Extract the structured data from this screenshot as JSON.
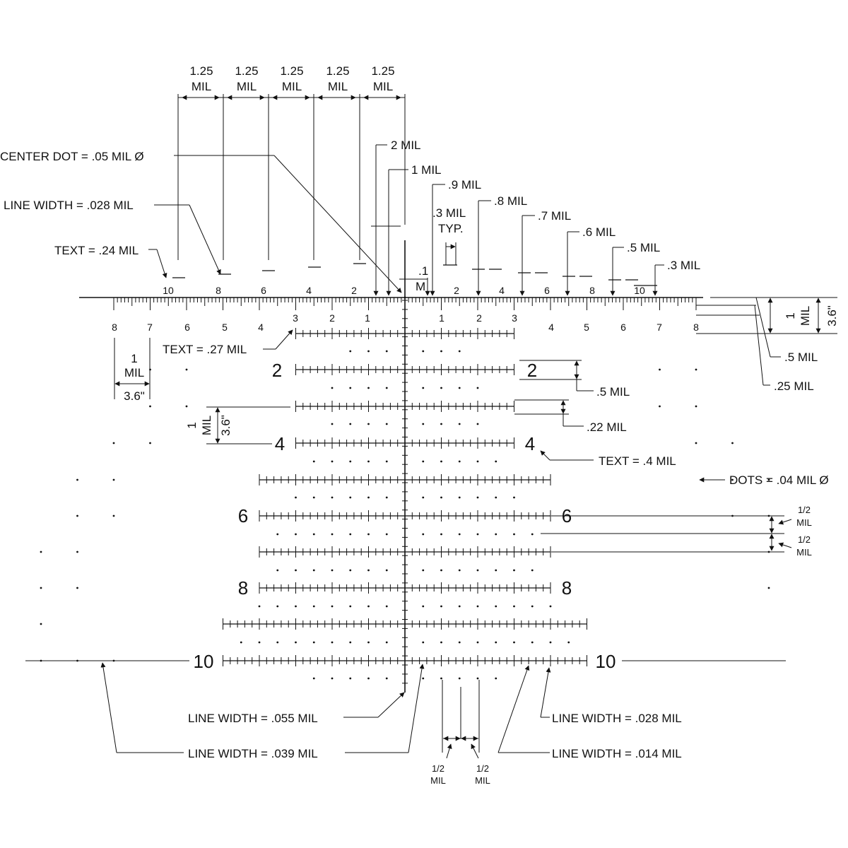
{
  "spacing_labels": [
    "1.25\nMIL",
    "1.25\nMIL",
    "1.25\nMIL",
    "1.25\nMIL",
    "1.25\nMIL"
  ],
  "callouts": {
    "center_dot": "CENTER DOT = .05 MIL Ø",
    "line_width_top": "LINE WIDTH = .028 MIL",
    "text_top": "TEXT = .24 MIL",
    "text_mid": "TEXT = .27 MIL",
    "text_large": "TEXT = .4 MIL",
    "dots": "DOTS = .04 MIL Ø",
    "lw_055": "LINE WIDTH = .055 MIL",
    "lw_039": "LINE WIDTH = .039 MIL",
    "lw_028": "LINE WIDTH = .028 MIL",
    "lw_014": "LINE WIDTH = .014 MIL"
  },
  "heights": {
    "two_mil": "2 MIL",
    "one_mil": "1 MIL",
    "p9": ".9 MIL",
    "p8": ".8 MIL",
    "p7": ".7 MIL",
    "p6": ".6 MIL",
    "p5": ".5 MIL",
    "p3": ".3 MIL",
    "p1": ".1",
    "m": "M",
    "typ_value": ".3 MIL",
    "typ_word": "TYP."
  },
  "right_dims": {
    "one": "1",
    "mil": "MIL",
    "inches": "3.6\"",
    "p5": ".5 MIL",
    "p25": ".25 MIL",
    "p5b": ".5 MIL",
    "p22": ".22 MIL",
    "half": "1/2",
    "half_mil": "MIL"
  },
  "left_dims": {
    "one": "1",
    "mil": "MIL",
    "inches": "3.6\""
  },
  "bottom_dims": {
    "half": "1/2",
    "mil": "MIL"
  },
  "top_scale_labels": [
    "10",
    "8",
    "6",
    "4",
    "2",
    "2",
    "4",
    "6",
    "8",
    "10"
  ],
  "lower_scale_left": [
    "8",
    "7",
    "6",
    "5",
    "4",
    "3",
    "2",
    "1"
  ],
  "lower_scale_right": [
    "1",
    "2",
    "3",
    "4",
    "5",
    "6",
    "7",
    "8"
  ],
  "row_numbers": [
    "2",
    "4",
    "6",
    "8",
    "10"
  ]
}
